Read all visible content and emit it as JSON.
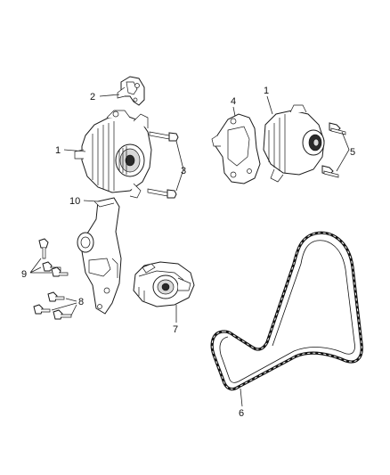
{
  "callouts": {
    "c1_left": "1",
    "c1_right": "1",
    "c2": "2",
    "c3": "3",
    "c4": "4",
    "c5": "5",
    "c6": "6",
    "c7": "7",
    "c8": "8",
    "c9": "9",
    "c10": "10"
  },
  "colors": {
    "line": "#222222",
    "belt": "#1a1a1a",
    "background": "#ffffff"
  }
}
